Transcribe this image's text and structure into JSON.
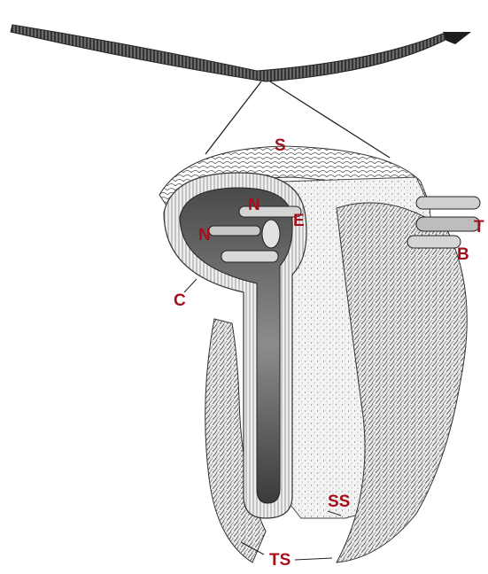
{
  "accent_color": "#a40f1a",
  "labels": {
    "S": "S",
    "N1": "N",
    "N2": "N",
    "E": "E",
    "T": "T",
    "B": "B",
    "C": "C",
    "SS": "SS",
    "TS": "TS"
  }
}
